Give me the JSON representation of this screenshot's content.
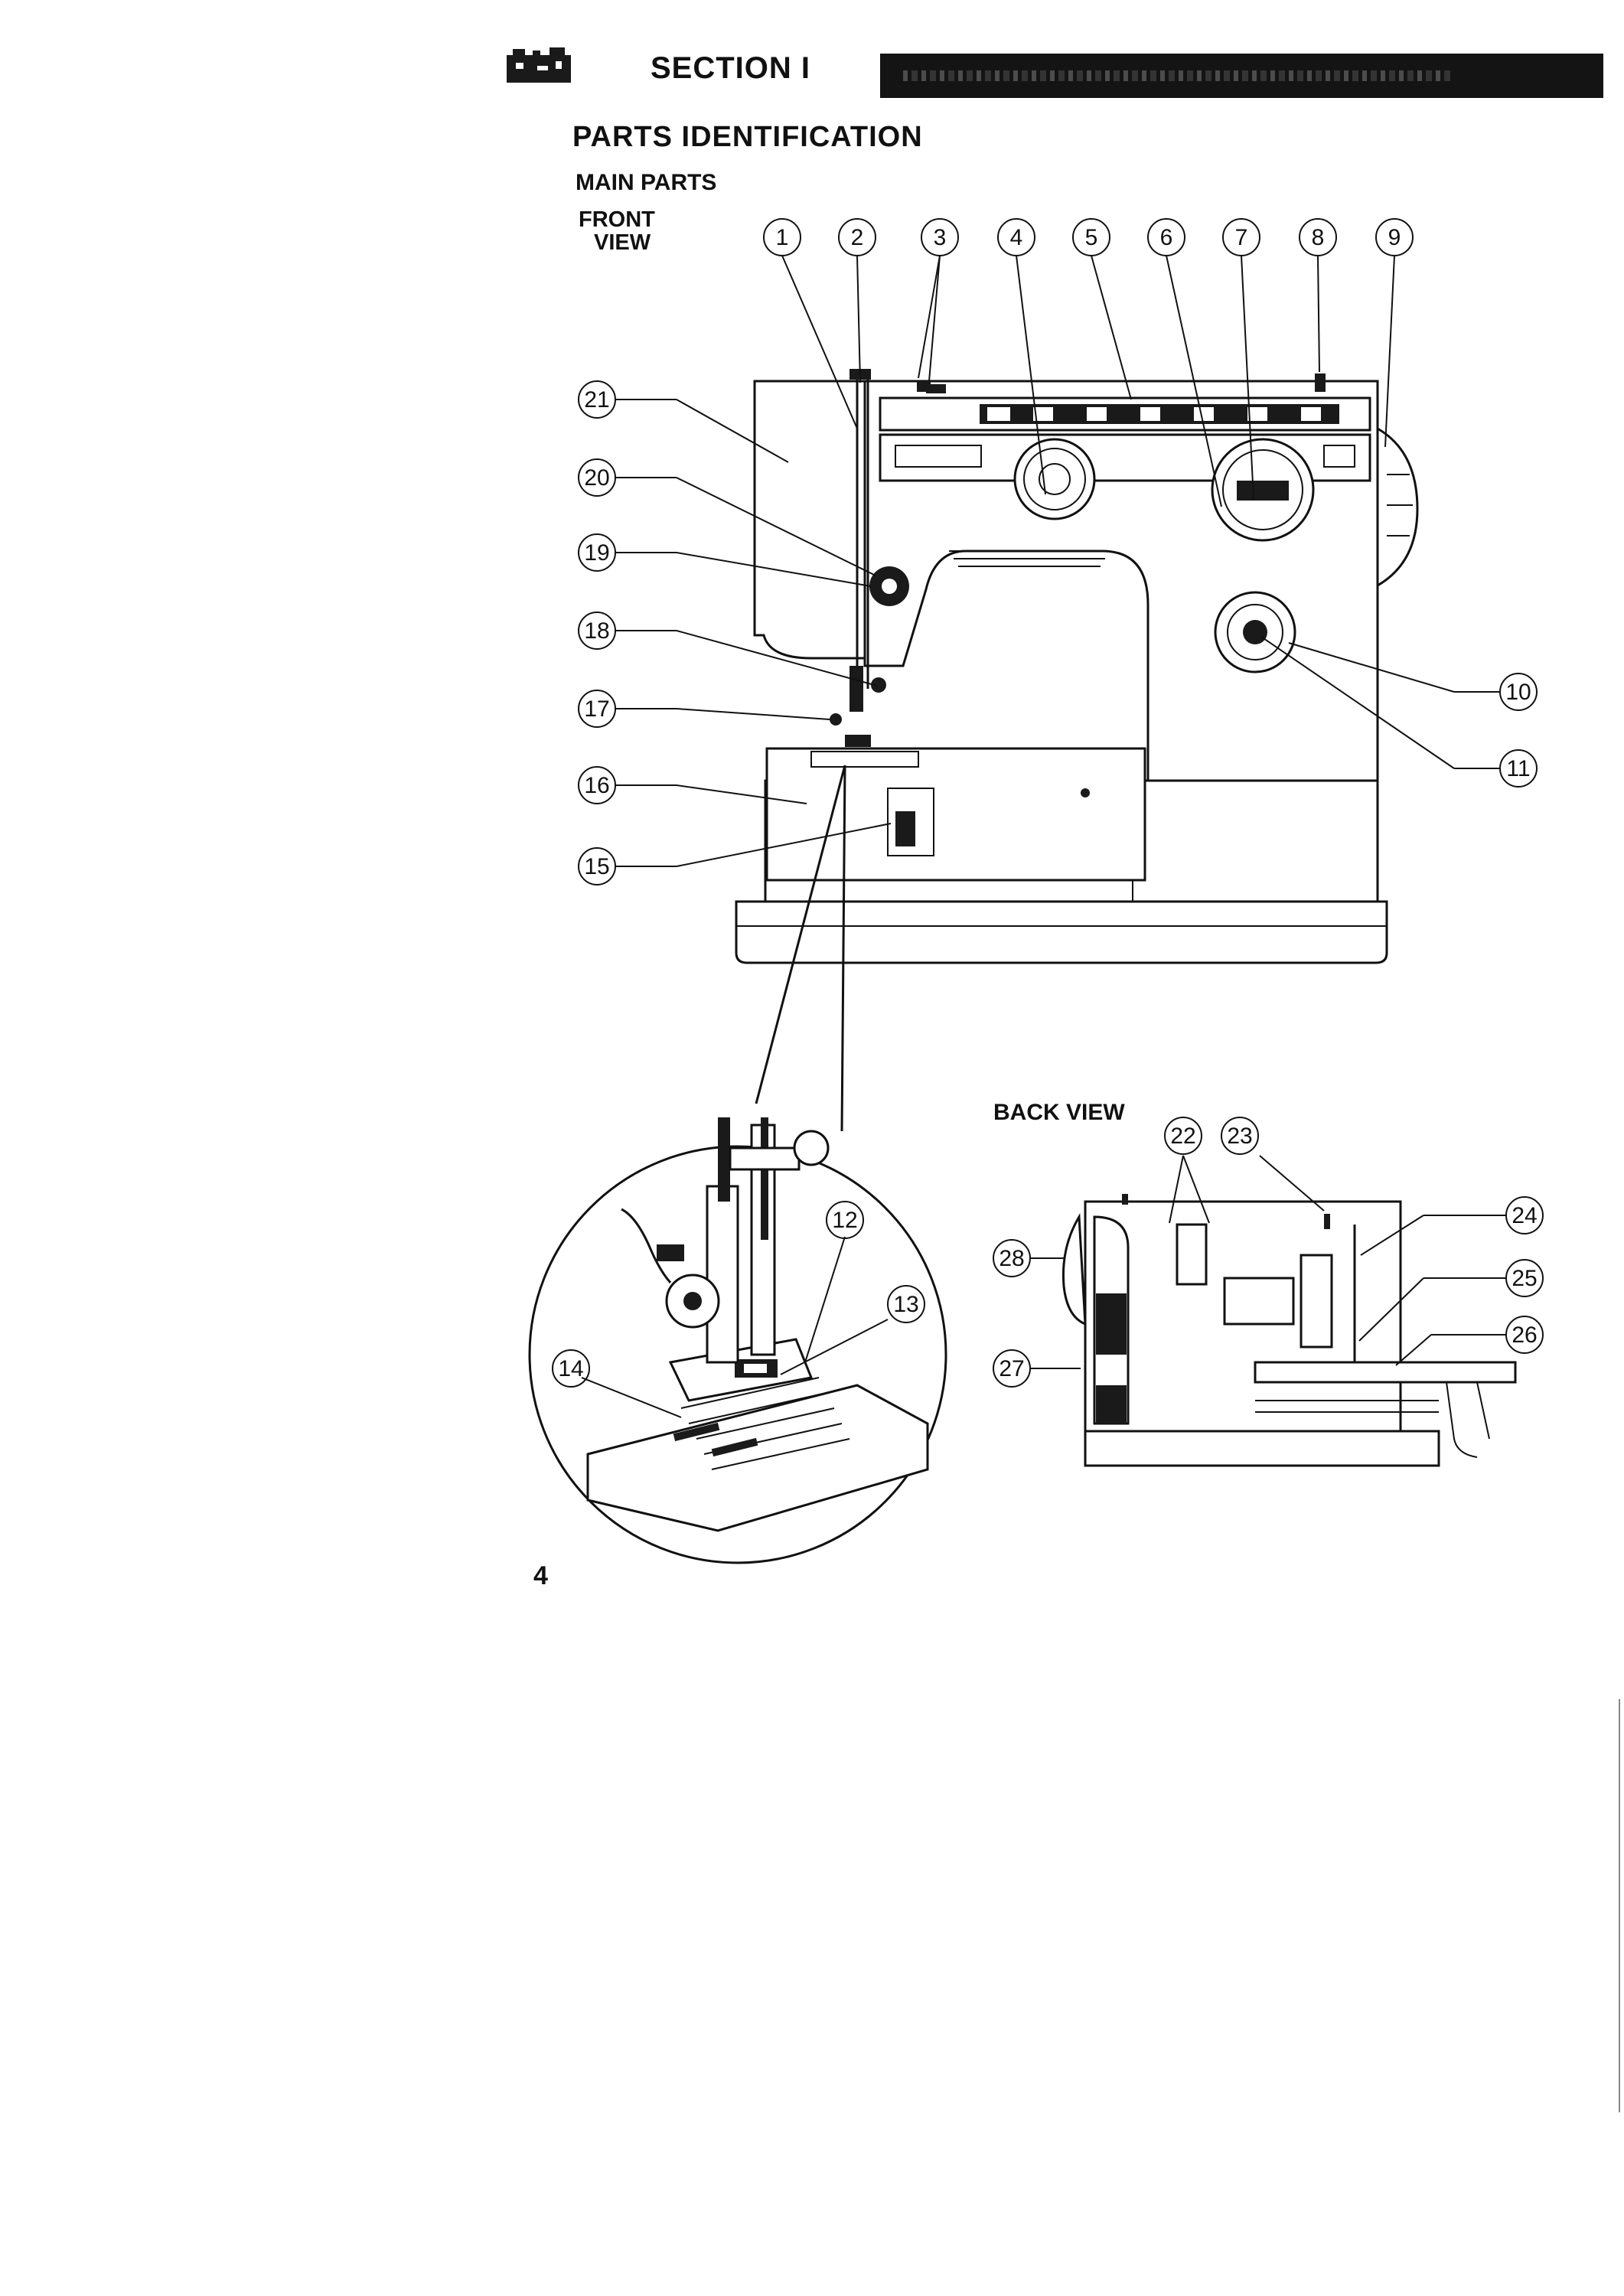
{
  "header": {
    "section_label": "SECTION I",
    "icon": "section-emblem-icon"
  },
  "page": {
    "title": "PARTS IDENTIFICATION",
    "subtitle": "MAIN PARTS",
    "front_view_label": [
      "FRONT",
      "VIEW"
    ],
    "back_view_label": "BACK VIEW",
    "page_number": "4"
  },
  "callouts": {
    "c1": "1",
    "c2": "2",
    "c3": "3",
    "c4": "4",
    "c5": "5",
    "c6": "6",
    "c7": "7",
    "c8": "8",
    "c9": "9",
    "c10": "10",
    "c11": "11",
    "c12": "12",
    "c13": "13",
    "c14": "14",
    "c15": "15",
    "c16": "16",
    "c17": "17",
    "c18": "18",
    "c19": "19",
    "c20": "20",
    "c21": "21",
    "c22": "22",
    "c23": "23",
    "c24": "24",
    "c25": "25",
    "c26": "26",
    "c27": "27",
    "c28": "28"
  },
  "colors": {
    "ink": "#111111",
    "paper": "#ffffff",
    "header_bar": "#141414"
  }
}
